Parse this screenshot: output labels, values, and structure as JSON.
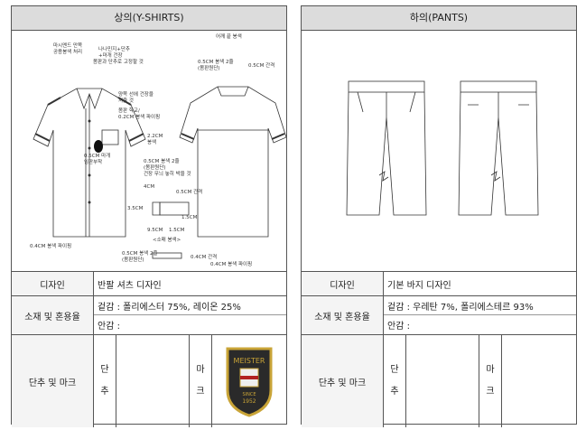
{
  "shirt": {
    "header": "상의(Y-SHIRTS)",
    "annotations": {
      "a1": "마시멘드 만쪽",
      "a2": "공용봉색 처리",
      "a3": "나나민지+단추",
      "a4": "+마개 건장",
      "a5": "몸판과 단추로 고정할 것",
      "a6": "어깨 끝 봉색",
      "a7": "0.5CM 봉색 2줄",
      "a8": "(몸판원단)",
      "a9": "0.5CM 간격",
      "a10": "양쪽 선에 건장을",
      "a11": "처줄 것",
      "a12": "몸판 학교/",
      "a13": "0.2CM 봉색 파이핑",
      "a14": "2.2CM",
      "a15": "봉색",
      "a16": "0.5CM 마개",
      "a17": "임판부착",
      "a18": "0.5CM 봉색 2줄",
      "a19": "(몸판원단)",
      "a20": "건장 무늬 놓히 박을 것",
      "a21": "4CM",
      "a22": "0.5CM 간격",
      "a23": "3.5CM",
      "a24": "1.5CM",
      "a25": "9.5CM",
      "a26": "1.5CM",
      "a27": "<소매 봉색>",
      "a28": "0.4CM 봉색 파이핑",
      "a29": "0.5CM 봉색 2줄",
      "a30": "(몸판원단)",
      "a31": "0.4CM 간격",
      "a32": "0.4CM 봉색 파이핑"
    },
    "design_label": "디자인",
    "design_value": "반팔 셔츠 디자인",
    "material_label": "소재 및 혼용율",
    "outer": "겉감 : 폴리에스터 75%, 레이온 25%",
    "lining": "안감 :",
    "button_label": "단추 및 마크",
    "button_chars": [
      "단",
      "추"
    ],
    "mark_chars": [
      "마",
      "크"
    ],
    "badge": {
      "top": "MEISTER",
      "since": "SINCE",
      "year": "1952"
    }
  },
  "pants": {
    "header": "하의(PANTS)",
    "design_label": "디자인",
    "design_value": "기본 바지 디자인",
    "material_label": "소재 및 혼용율",
    "outer": "겉감 : 우레탄 7%, 폴리에스테르 93%",
    "lining": "안감 :",
    "button_label": "단추 및 마크",
    "button_chars": [
      "단",
      "추"
    ],
    "mark_chars": [
      "마",
      "크"
    ]
  },
  "colors": {
    "header_bg": "#dcdcdc",
    "badge_bg": "#2a2a2a",
    "badge_gold": "#c9a437"
  }
}
